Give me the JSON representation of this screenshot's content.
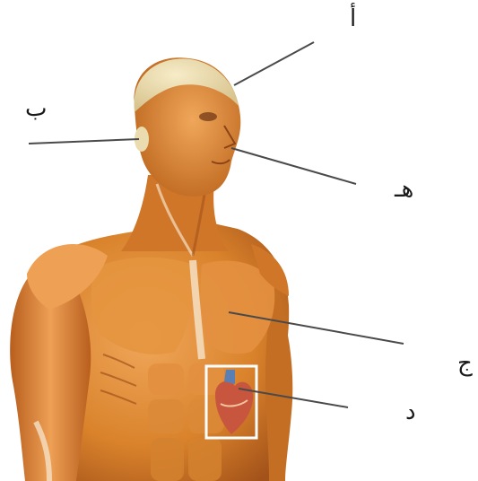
{
  "labels": {
    "a": "أ",
    "b": "ب",
    "h": "هـ",
    "j": "ج",
    "d": "د"
  },
  "colors": {
    "muscle": "#d9822b",
    "muscle_light": "#f2b66a",
    "muscle_dark": "#a3521a",
    "skull": "#eadcae",
    "tendon": "#f5e1c4",
    "leader_line": "#4a4a4a",
    "heart_frame": "#ffffff",
    "heart": "#c8553d",
    "vessel": "#5a7fb5"
  }
}
